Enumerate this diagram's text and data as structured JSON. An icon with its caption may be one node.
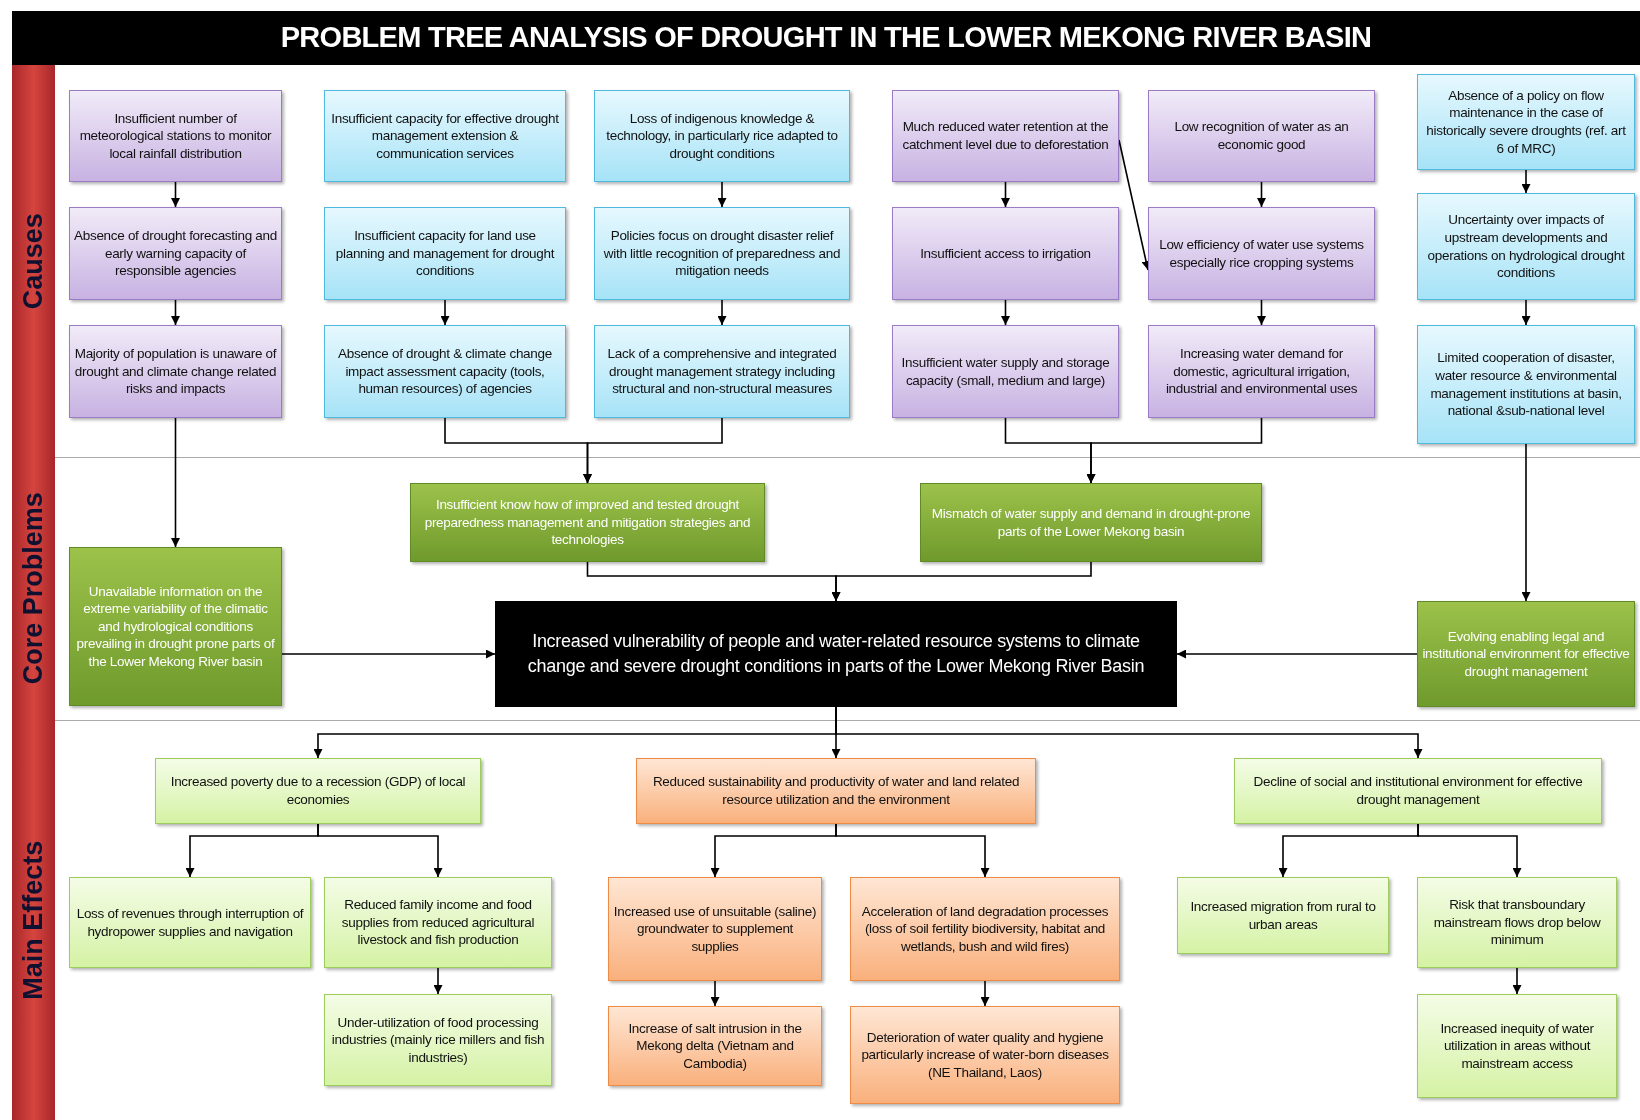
{
  "diagram": {
    "title": "PROBLEM TREE ANALYSIS OF DROUGHT  IN THE LOWER MEKONG RIVER BASIN",
    "nodes": [
      {
        "text": [
          "Causes"
        ]
      },
      {
        "text": [
          "Core Problems"
        ]
      },
      {
        "text": [
          "Main Effects"
        ]
      },
      {
        "text": [
          "Insufficient number of meteorological stations to monitor local rainfall distribution"
        ]
      },
      {
        "text": [
          "Absence of drought forecasting and early warning capacity of responsible agencies"
        ]
      },
      {
        "text": [
          "Majority of population is unaware of drought  and climate change related risks and impacts"
        ]
      },
      {
        "text": [
          "Insufficient capacity for effective drought management extension & communication services"
        ]
      },
      {
        "text": [
          "Insufficient capacity for land use planning and management for drought conditions"
        ]
      },
      {
        "text": [
          "Absence of drought & climate change impact assessment capacity (tools, human resources) of agencies"
        ]
      },
      {
        "text": [
          "Loss of indigenous knowledge & technology, in particularly rice adapted to drought conditions"
        ]
      },
      {
        "text": [
          "Policies focus on drought disaster relief with little recognition of preparedness and mitigation needs"
        ]
      },
      {
        "text": [
          "Lack of a comprehensive and integrated drought management strategy including structural and non-structural measures"
        ]
      },
      {
        "text": [
          "Much reduced water retention at the catchment level due to deforestation"
        ]
      },
      {
        "text": [
          "Insufficient access to irrigation"
        ]
      },
      {
        "text": [
          "Insufficient water supply and storage capacity (small, medium and large)"
        ]
      },
      {
        "text": [
          "Low recognition of water as an economic good"
        ]
      },
      {
        "text": [
          "Low efficiency of water use systems especially rice cropping systems"
        ]
      },
      {
        "text": [
          "Increasing water demand for domestic, agricultural irrigation, industrial and environmental uses"
        ]
      },
      {
        "text": [
          "Absence of a policy on flow maintenance in the case of historically severe droughts (ref. art 6 of MRC)"
        ]
      },
      {
        "text": [
          "Uncertainty over impacts of upstream developments and operations on hydrological drought conditions"
        ]
      },
      {
        "text": [
          "Limited cooperation of disaster, water resource & environmental management institutions at basin, national &sub-national level"
        ]
      },
      {
        "text": [
          "Unavailable information on the extreme variability of the climatic and hydrological conditions prevailing in drought prone parts of the Lower Mekong River basin"
        ]
      },
      {
        "text": [
          "Insufficient know how of improved and tested drought preparedness management and mitigation strategies and technologies"
        ]
      },
      {
        "text": [
          "Mismatch of water supply and demand in drought-prone parts of the Lower Mekong basin"
        ]
      },
      {
        "text": [
          "Increased vulnerability  of people and water-related resource systems  to climate change and severe drought conditions  in parts of the Lower Mekong River  Basin"
        ]
      },
      {
        "text": [
          "Evolving enabling legal and institutional environment for effective drought management"
        ]
      },
      {
        "text": [
          "Increased poverty due to a recession (GDP) of local economies"
        ]
      },
      {
        "text": [
          "Reduced sustainability and productivity of water and land related resource utilization and the environment"
        ]
      },
      {
        "text": [
          "Decline of social and institutional environment for effective drought management"
        ]
      },
      {
        "text": [
          "Loss of revenues through interruption of hydropower supplies and navigation"
        ]
      },
      {
        "text": [
          "Reduced family income and food supplies from reduced agricultural livestock and fish production"
        ]
      },
      {
        "text": [
          "Under-utilization of food processing industries (mainly rice millers and fish industries)"
        ]
      },
      {
        "text": [
          "Increased use of unsuitable (saline) groundwater to supplement supplies"
        ]
      },
      {
        "text": [
          "Acceleration of land degradation processes (loss of soil fertility biodiversity, habitat and wetlands, bush and wild fires)"
        ]
      },
      {
        "text": [
          "Increase of salt intrusion in the Mekong delta (Vietnam and Cambodia)"
        ]
      },
      {
        "text": [
          "Deterioration of water quality and hygiene particularly increase of water-born diseases (NE Thailand, Laos)"
        ]
      },
      {
        "text": [
          "Increased migration from rural to urban areas"
        ]
      },
      {
        "text": [
          "Risk that transboundary mainstream flows drop below minimum"
        ]
      },
      {
        "text": [
          "Increased inequity of water utilization in areas without mainstream access"
        ]
      }
    ],
    "edges": [
      {
        "from": 3,
        "to": 4,
        "arrow": "to"
      },
      {
        "from": 4,
        "to": 5,
        "arrow": "to"
      },
      {
        "from": 5,
        "to": 21,
        "arrow": "to"
      },
      {
        "from": 7,
        "to": 8,
        "arrow": "to"
      },
      {
        "from": 9,
        "to": 10,
        "arrow": "to"
      },
      {
        "from": 10,
        "to": 11,
        "arrow": "to"
      },
      {
        "from": 8,
        "to": 22,
        "arrow": "to"
      },
      {
        "from": 11,
        "to": 22,
        "arrow": "to"
      },
      {
        "from": 12,
        "to": 13,
        "arrow": "to"
      },
      {
        "from": 13,
        "to": 14,
        "arrow": "to"
      },
      {
        "from": 12,
        "to": 16,
        "arrow": "to"
      },
      {
        "from": 15,
        "to": 16,
        "arrow": "to"
      },
      {
        "from": 16,
        "to": 17,
        "arrow": "to"
      },
      {
        "from": 14,
        "to": 23,
        "arrow": "to"
      },
      {
        "from": 17,
        "to": 23,
        "arrow": "to"
      },
      {
        "from": 18,
        "to": 19,
        "arrow": "to"
      },
      {
        "from": 19,
        "to": 20,
        "arrow": "to"
      },
      {
        "from": 20,
        "to": 25,
        "arrow": "to"
      },
      {
        "from": 22,
        "to": 24,
        "arrow": "to"
      },
      {
        "from": 23,
        "to": 24,
        "arrow": "to"
      },
      {
        "from": 21,
        "to": 24,
        "arrow": "to"
      },
      {
        "from": 25,
        "to": 24,
        "arrow": "to"
      },
      {
        "from": 24,
        "to": 26,
        "arrow": "to"
      },
      {
        "from": 24,
        "to": 27,
        "arrow": "to"
      },
      {
        "from": 24,
        "to": 28,
        "arrow": "to"
      },
      {
        "from": 26,
        "to": 29,
        "arrow": "to"
      },
      {
        "from": 26,
        "to": 30,
        "arrow": "to"
      },
      {
        "from": 30,
        "to": 31,
        "arrow": "to"
      },
      {
        "from": 27,
        "to": 32,
        "arrow": "to"
      },
      {
        "from": 27,
        "to": 33,
        "arrow": "to"
      },
      {
        "from": 32,
        "to": 34,
        "arrow": "to"
      },
      {
        "from": 33,
        "to": 35,
        "arrow": "to"
      },
      {
        "from": 28,
        "to": 36,
        "arrow": "to"
      },
      {
        "from": 28,
        "to": 37,
        "arrow": "to"
      },
      {
        "from": 37,
        "to": 38,
        "arrow": "to"
      }
    ]
  }
}
